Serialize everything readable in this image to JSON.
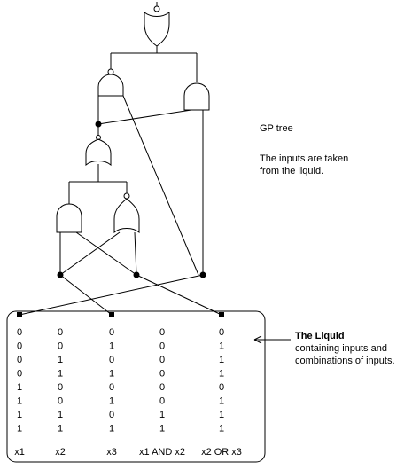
{
  "notes": {
    "gp_title": "GP tree",
    "gp_desc_lines": [
      "The inputs are taken",
      "from the liquid."
    ],
    "liquid_title": "The Liquid",
    "liquid_desc_lines": [
      "containing inputs and",
      "combinations of inputs."
    ]
  },
  "table": {
    "columns": [
      "x1",
      "x2",
      "x3",
      "x1 AND x2",
      "x2 OR x3"
    ],
    "rows": [
      [
        "0",
        "0",
        "0",
        "0",
        "0"
      ],
      [
        "0",
        "0",
        "1",
        "0",
        "1"
      ],
      [
        "0",
        "1",
        "0",
        "0",
        "1"
      ],
      [
        "0",
        "1",
        "1",
        "0",
        "1"
      ],
      [
        "1",
        "0",
        "0",
        "0",
        "0"
      ],
      [
        "1",
        "0",
        "1",
        "0",
        "1"
      ],
      [
        "1",
        "1",
        "0",
        "1",
        "1"
      ],
      [
        "1",
        "1",
        "1",
        "1",
        "1"
      ]
    ]
  },
  "gates": [
    {
      "id": "g-root",
      "type": "OR",
      "output_inverted": true
    },
    {
      "id": "g-left",
      "type": "AND",
      "output_inverted": true
    },
    {
      "id": "g-right",
      "type": "AND",
      "output_inverted": false
    },
    {
      "id": "g-mid",
      "type": "OR",
      "output_inverted": true
    },
    {
      "id": "g-bl",
      "type": "AND",
      "output_inverted": false
    },
    {
      "id": "g-br",
      "type": "OR",
      "output_inverted": true
    }
  ],
  "colors": {
    "line": "#000000",
    "background": "#ffffff"
  }
}
